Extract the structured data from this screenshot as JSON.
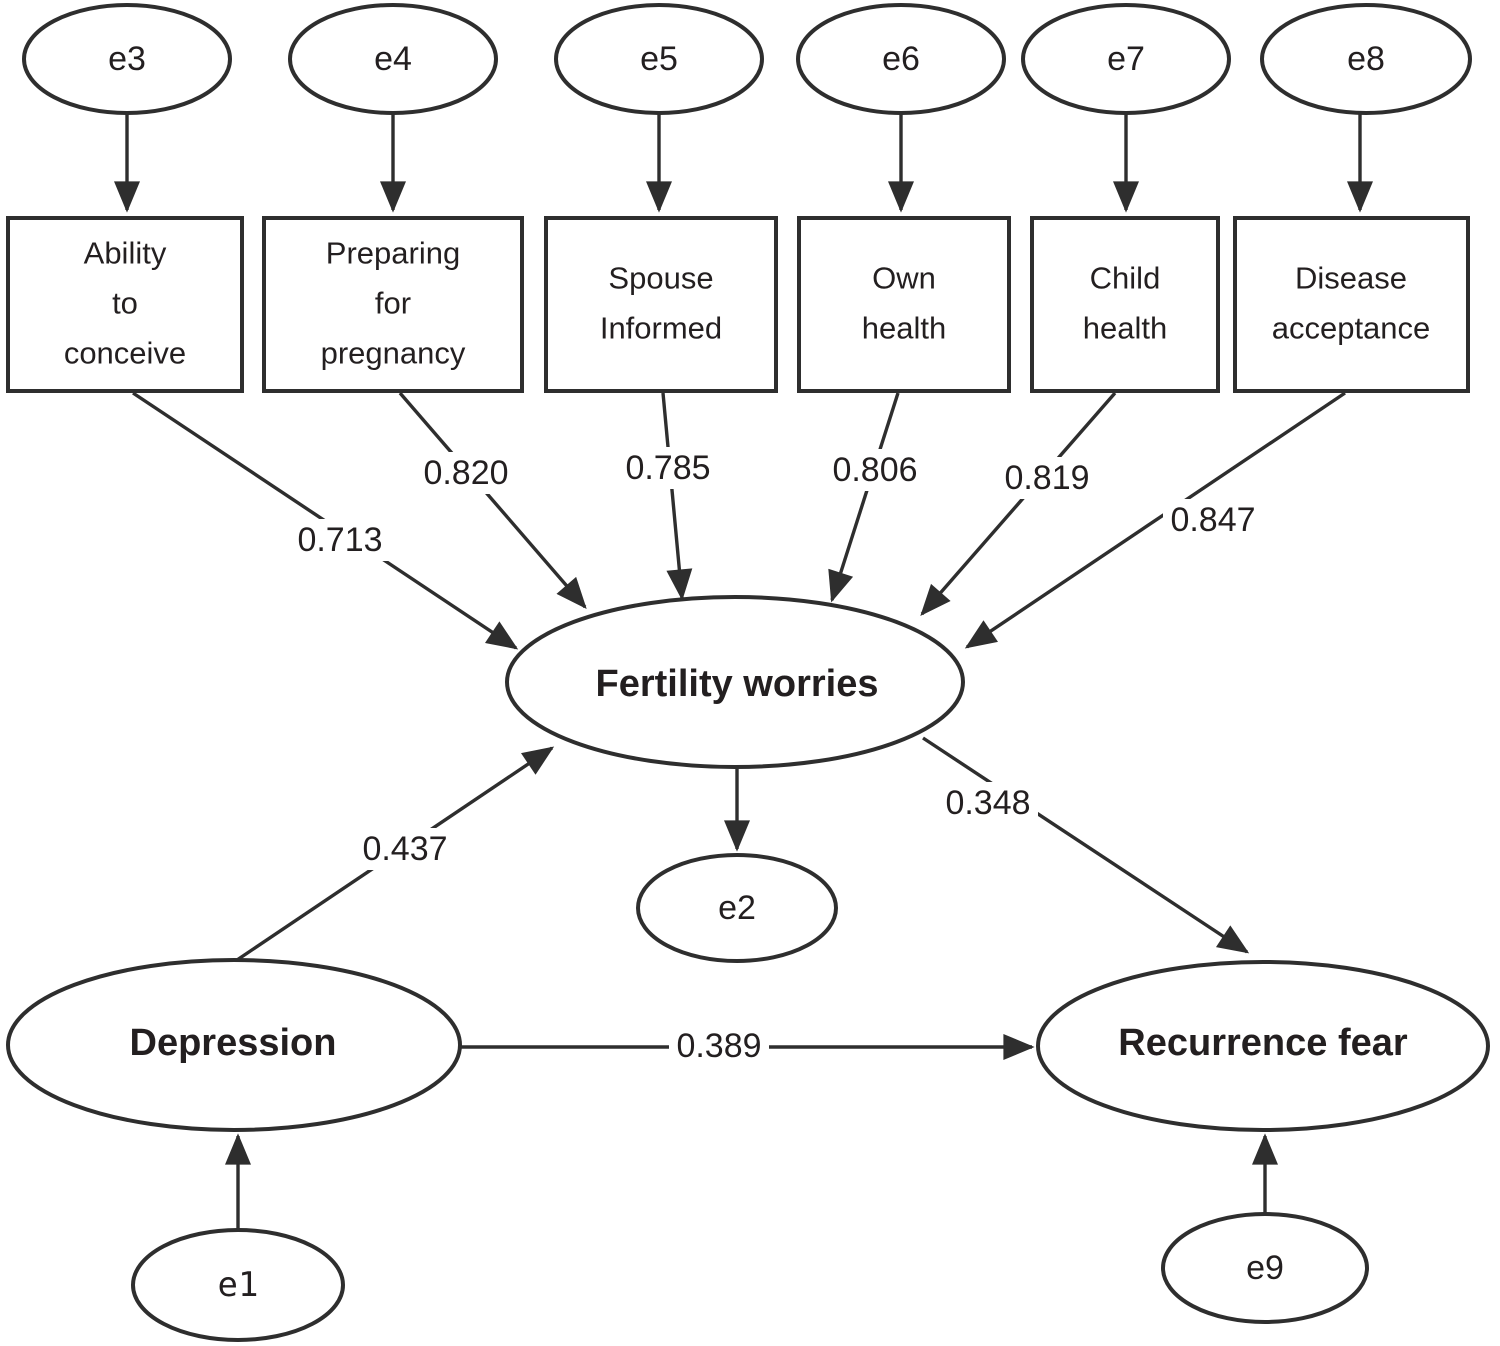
{
  "figure": {
    "colors": {
      "background": "#ffffff",
      "stroke": "#2e2e2e",
      "text": "#231f20"
    },
    "indicators": [
      {
        "error": "e3",
        "lines": [
          "Ability",
          "to",
          "conceive"
        ],
        "loading": "0.713"
      },
      {
        "error": "e4",
        "lines": [
          "Preparing",
          "for",
          "pregnancy"
        ],
        "loading": "0.820"
      },
      {
        "error": "e5",
        "lines": [
          "Spouse",
          "Informed"
        ],
        "loading": "0.785"
      },
      {
        "error": "e6",
        "lines": [
          "Own",
          "health"
        ],
        "loading": "0.806"
      },
      {
        "error": "e7",
        "lines": [
          "Child",
          "health"
        ],
        "loading": "0.819"
      },
      {
        "error": "e8",
        "lines": [
          "Disease",
          "acceptance"
        ],
        "loading": "0.847"
      }
    ],
    "latents": {
      "fertility_worries": {
        "label": "Fertility worries"
      },
      "depression": {
        "label": "Depression"
      },
      "recurrence_fear": {
        "label": "Recurrence fear"
      }
    },
    "error_terms": {
      "e1": "e1",
      "e2": "e2",
      "e9": "e9"
    },
    "path_coefficients": {
      "depression_to_fertility_worries": "0.437",
      "depression_to_recurrence_fear": "0.389",
      "fertility_worries_to_recurrence_fear": "0.348"
    }
  }
}
